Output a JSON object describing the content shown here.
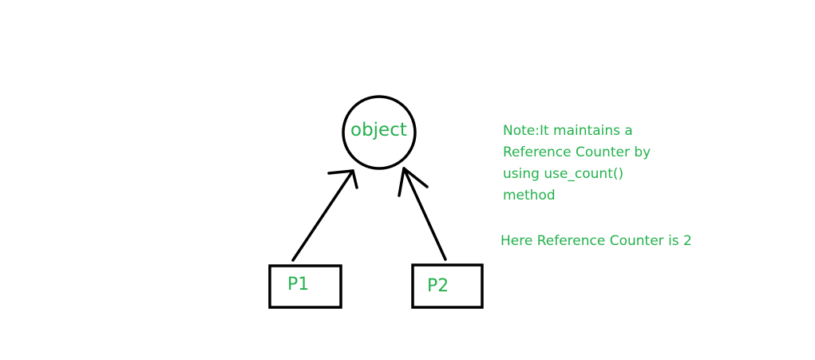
{
  "colors": {
    "text": "#22b14c",
    "stroke": "#000000",
    "background": "#ffffff"
  },
  "object_node": {
    "label": "object"
  },
  "pointers": [
    {
      "label": "P1"
    },
    {
      "label": "P2"
    }
  ],
  "note": {
    "lines": [
      "Note:It maintains a",
      "Reference Counter by",
      "using use_count()",
      "method"
    ]
  },
  "counter_text": "Here Reference Counter is 2"
}
